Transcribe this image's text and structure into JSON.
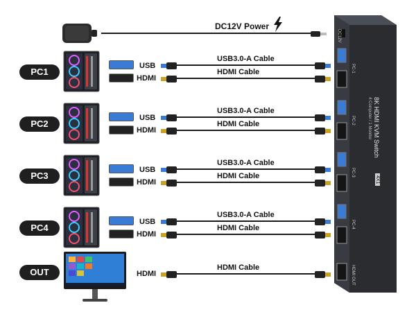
{
  "power": {
    "label": "DC12V Power"
  },
  "rows": [
    {
      "badge": "PC1",
      "usb_label": "USB",
      "hdmi_label": "HDMI",
      "usb_cable": "USB3.0-A Cable",
      "hdmi_cable": "HDMI Cable"
    },
    {
      "badge": "PC2",
      "usb_label": "USB",
      "hdmi_label": "HDMI",
      "usb_cable": "USB3.0-A Cable",
      "hdmi_cable": "HDMI Cable"
    },
    {
      "badge": "PC3",
      "usb_label": "USB",
      "hdmi_label": "HDMI",
      "usb_cable": "USB3.0-A Cable",
      "hdmi_cable": "HDMI Cable"
    },
    {
      "badge": "PC4",
      "usb_label": "USB",
      "hdmi_label": "HDMI",
      "usb_cable": "USB3.0-A Cable",
      "hdmi_cable": "HDMI Cable"
    }
  ],
  "out": {
    "badge": "OUT",
    "hdmi_label": "HDMI",
    "hdmi_cable": "HDMI Cable"
  },
  "device": {
    "name": "8K HDMI KVM Switch",
    "model_badge": "4X1",
    "subtitle": "4 Computer / 1 Monitor",
    "dc_label": "DC12V",
    "port_labels": [
      "PC-1",
      "PC-2",
      "PC-3",
      "PC-4"
    ],
    "out_label": "HDMI OUT"
  },
  "colors": {
    "badge_bg": "#1f1f1f",
    "wire": "#1a1a1a",
    "usb_blue": "#3a7bd5",
    "device_body": "#2a2c30"
  }
}
